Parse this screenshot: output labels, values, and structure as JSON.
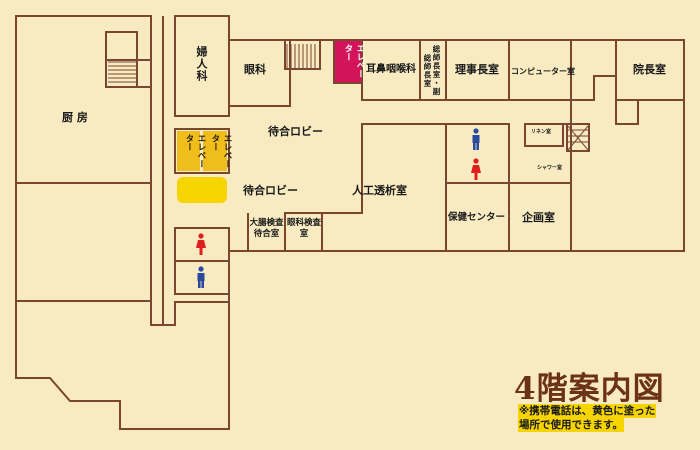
{
  "map_title": "4階案内図",
  "note": {
    "line1": "※携帯電話は、黄色に塗った",
    "line2": "場所で使用できます。"
  },
  "rooms": {
    "kitchen": "厨 房",
    "obgyn": "婦人科",
    "ophthalmology": "眼科",
    "ent": "耳鼻咽喉科",
    "deputy_directors": "総師長室・副総師長室",
    "board_chair": "理事長室",
    "computer_room": "コンピューター室",
    "director": "院長室",
    "waiting_lobby_1": "待合ロビー",
    "waiting_lobby_2": "待合ロビー",
    "dialysis": "人工透析室",
    "health_center": "保健センター",
    "planning": "企画室",
    "colon_exam": "大腸検査待合室",
    "eye_exam": "眼科検査室",
    "elevator_a": "エレベーター",
    "elevator_b": "エレベーター",
    "elevator_c": "エレベーター",
    "linen": "リネン室",
    "shower": "シャワー室"
  },
  "colors": {
    "background": "#f8ebc2",
    "walls": "#7a4630",
    "mobile_ok_zone": "#f5d400",
    "elevator": "#f0be1a",
    "elevator_highlight": "#d3145a",
    "women_icon": "#e01e1e",
    "men_icon": "#2a4aa0",
    "title": "#6b3218"
  },
  "icons": [
    "women-restroom-icon",
    "men-restroom-icon",
    "stairs-icon"
  ]
}
